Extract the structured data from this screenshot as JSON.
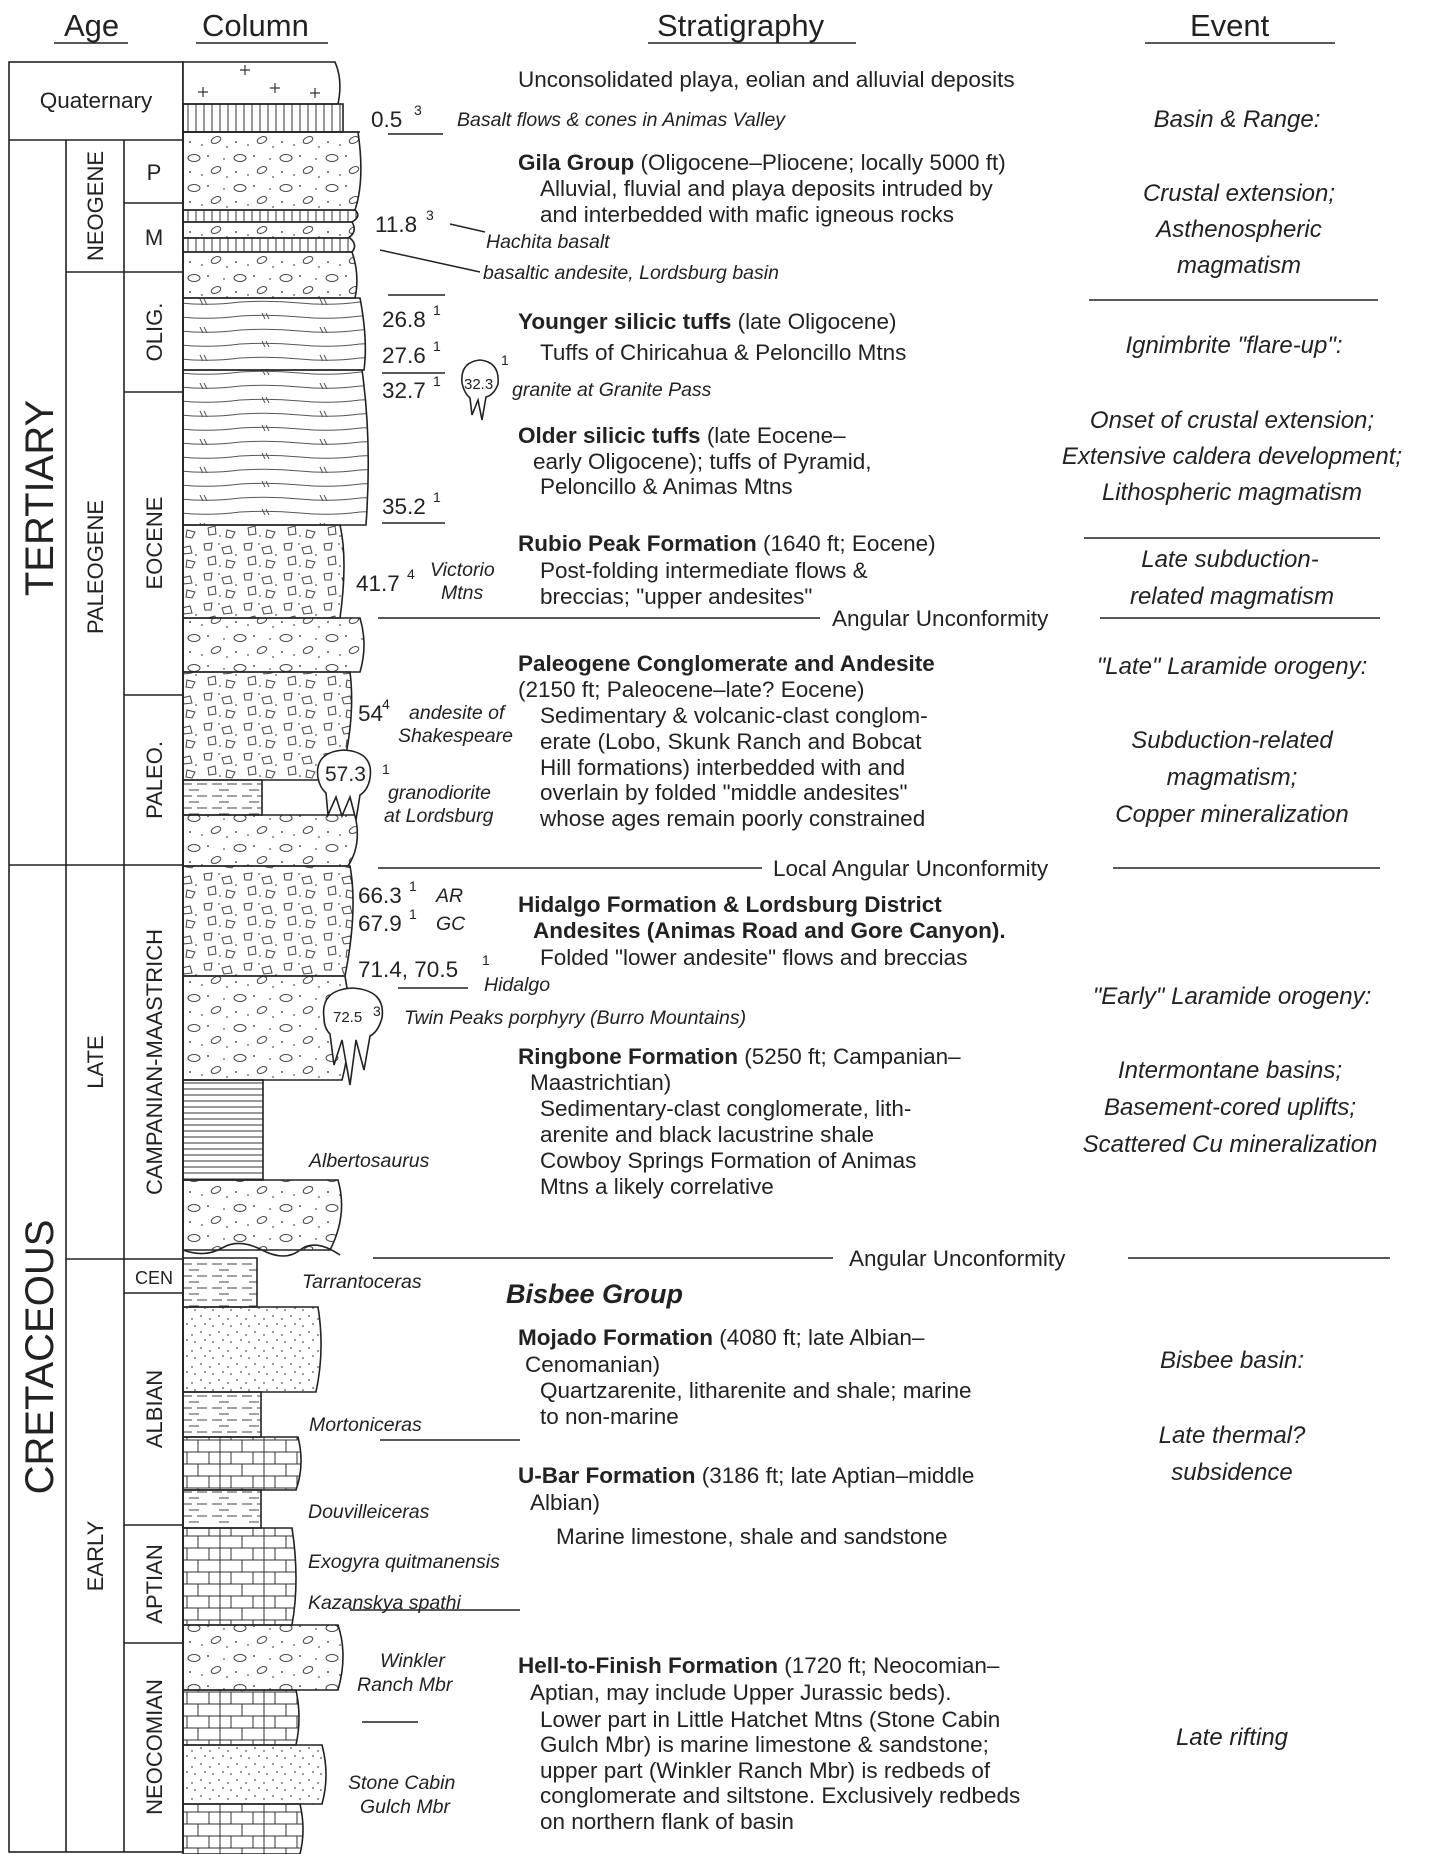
{
  "headers": {
    "age": "Age",
    "column": "Column",
    "stratigraphy": "Stratigraphy",
    "event": "Event"
  },
  "age": {
    "quaternary": "Quaternary",
    "tertiary": "TERTIARY",
    "cretaceous": "CRETACEOUS",
    "neogene": "NEOGENE",
    "paleogene": "PALEOGENE",
    "late": "LATE",
    "early": "EARLY",
    "p": "P",
    "m": "M",
    "olig": "OLIG.",
    "eocene": "EOCENE",
    "paleo": "PALEO.",
    "campanian": "CAMPANIAN-MAASTRICH",
    "cen": "CEN",
    "albian": "ALBIAN",
    "aptian": "APTIAN",
    "neocomian": "NEOCOMIAN"
  },
  "dates": {
    "d05": "0.5",
    "d05s": "3",
    "d118": "11.8",
    "d118s": "3",
    "d268": "26.8",
    "d268s": "1",
    "d276": "27.6",
    "d276s": "1",
    "d327": "32.7",
    "d327s": "1",
    "d352": "35.2",
    "d352s": "1",
    "d417": "41.7",
    "d417s": "4",
    "d54": "54",
    "d54s": "4",
    "d663": "66.3",
    "d663s": "1",
    "d679": "67.9",
    "d679s": "1",
    "d714": "71.4, 70.5",
    "d714s": "1",
    "pl323": "32.3",
    "pl323s": "1",
    "pl573": "57.3",
    "pl573s": "1",
    "pl725": "72.5",
    "pl725s": "3"
  },
  "notes": {
    "basalt": "Basalt flows & cones in Animas Valley",
    "hachita": "Hachita basalt",
    "lordsburg_basin": "basaltic andesite, Lordsburg basin",
    "granite_pass": "granite at Granite Pass",
    "victorio1": "Victorio",
    "victorio2": "Mtns",
    "shakespeare1": "andesite of",
    "shakespeare2": "Shakespeare",
    "grano1": "granodiorite",
    "grano2": "at Lordsburg",
    "ar": "AR",
    "gc": "GC",
    "hidalgo": "Hidalgo",
    "twin_peaks": "Twin Peaks porphyry (Burro Mountains)",
    "albertosaurus": "Albertosaurus",
    "tarrantoceras": "Tarrantoceras",
    "mortoniceras": "Mortoniceras",
    "douvilleiceras": "Douvilleiceras",
    "exogyra": "Exogyra quitmanensis",
    "kazanskya": "Kazanskya spathi",
    "winkler1": "Winkler",
    "winkler2": "Ranch Mbr",
    "stone1": "Stone Cabin",
    "stone2": "Gulch Mbr"
  },
  "strat": {
    "quat": "Unconsolidated playa, eolian and alluvial deposits",
    "gila_b": "Gila Group",
    "gila_n": " (Oligocene–Pliocene; locally 5000 ft)",
    "gila_2": "Alluvial, fluvial and playa deposits intruded by",
    "gila_3": "and interbedded with mafic igneous rocks",
    "young_b": "Younger silicic tuffs",
    "young_n": " (late Oligocene)",
    "young_2": "Tuffs of Chiricahua & Peloncillo Mtns",
    "older_b": "Older silicic tuffs",
    "older_n": " (late Eocene–",
    "older_2": "early Oligocene); tuffs of Pyramid,",
    "older_3": "Peloncillo & Animas Mtns",
    "rubio_b": "Rubio Peak Formation",
    "rubio_n": " (1640 ft; Eocene)",
    "rubio_2": "Post-folding intermediate flows &",
    "rubio_3": "breccias; \"upper andesites\"",
    "unconf1": "Angular Unconformity",
    "paleo_b": "Paleogene Conglomerate and Andesite",
    "paleo_2": "(2150 ft; Paleocene–late? Eocene)",
    "paleo_3": "Sedimentary & volcanic-clast conglom-",
    "paleo_4": "erate (Lobo, Skunk Ranch and Bobcat",
    "paleo_5": "Hill formations) interbedded with and",
    "paleo_6": "overlain by folded \"middle andesites\"",
    "paleo_7": "whose ages remain poorly constrained",
    "unconf2": "Local Angular Unconformity",
    "hidalgo_b1": "Hidalgo Formation & Lordsburg District",
    "hidalgo_b2": "Andesites (Animas Road and Gore Canyon).",
    "hidalgo_3": "Folded \"lower andesite\" flows and breccias",
    "ring_b": "Ringbone Formation",
    "ring_n": " (5250 ft; Campanian–",
    "ring_2": "Maastrichtian)",
    "ring_3": "Sedimentary-clast conglomerate, lith-",
    "ring_4": "arenite and black lacustrine shale",
    "ring_5": "Cowboy Springs Formation of Animas",
    "ring_6": "Mtns a likely correlative",
    "unconf3": "Angular Unconformity",
    "bisbee": "Bisbee Group",
    "mojado_b": "Mojado Formation",
    "mojado_n": " (4080 ft; late Albian–",
    "mojado_2": "Cenomanian)",
    "mojado_3": "Quartzarenite, litharenite and shale; marine",
    "mojado_4": "to non-marine",
    "ubar_b": "U-Bar Formation",
    "ubar_n": " (3186 ft; late Aptian–middle",
    "ubar_2": "Albian)",
    "ubar_3": "Marine limestone, shale and sandstone",
    "hell_b": "Hell-to-Finish Formation",
    "hell_n": " (1720 ft; Neocomian–",
    "hell_2": "Aptian, may include Upper Jurassic beds).",
    "hell_3": "Lower part in Little Hatchet Mtns (Stone Cabin",
    "hell_4": "Gulch Mbr) is marine limestone & sandstone;",
    "hell_5": "upper part (Winkler Ranch Mbr) is redbeds of",
    "hell_6": "conglomerate and siltstone. Exclusively redbeds",
    "hell_7": "on northern flank of basin"
  },
  "events": {
    "e1": "Basin & Range:",
    "e2": "Crustal extension;",
    "e3": "Asthenospheric",
    "e4": "magmatism",
    "e5": "Ignimbrite \"flare-up\":",
    "e6": "Onset of crustal extension;",
    "e7": "Extensive caldera development;",
    "e8": "Lithospheric magmatism",
    "e9": "Late subduction-",
    "e10": "related magmatism",
    "e11": "\"Late\" Laramide orogeny:",
    "e12": "Subduction-related",
    "e13": "magmatism;",
    "e14": "Copper mineralization",
    "e15": "\"Early\" Laramide orogeny:",
    "e16": "Intermontane basins;",
    "e17": "Basement-cored uplifts;",
    "e18": "Scattered Cu mineralization",
    "e19": "Bisbee basin:",
    "e20": "Late thermal?",
    "e21": "subsidence",
    "e22": "Late rifting"
  }
}
